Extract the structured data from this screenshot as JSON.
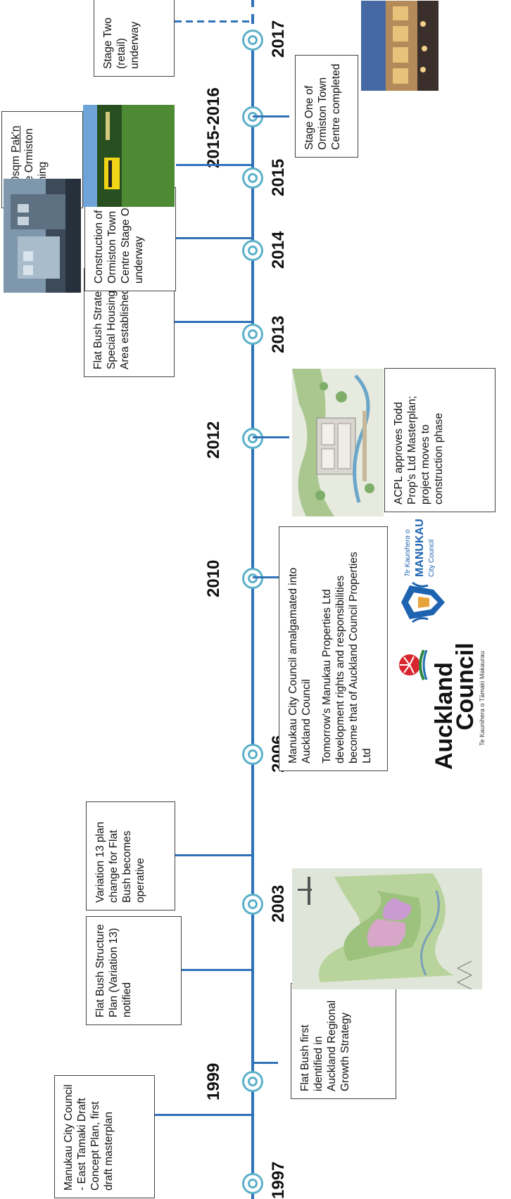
{
  "years": [
    "1997",
    "1999",
    "2003",
    "2006",
    "2010",
    "2012",
    "2013",
    "2014",
    "2015",
    "2015-2016",
    "2017"
  ],
  "events": {
    "e1997": "Manukau City Council - East Tamaki Draft Concept Plan, first draft masterplan",
    "e1999": "Flat Bush first identified in Auckland Regional Growth Strategy",
    "e2003": "Flat Bush Structure Plan (Variation 13) notified",
    "e2006": "Variation 13 plan change for Flat Bush becomes operative",
    "e2010_line1": "Manukau City Council amalgamated into Auckland Council",
    "e2010_line2": "Tomorrow's Manukau Properties Ltd development rights and responsibilities become that of Auckland Council Properties Ltd",
    "e2012": "ACPL approves Todd Prop's Ltd Masterplan; project moves to construction phase",
    "e2013": "Flat Bush Strategic Special Housing Area established",
    "e2014": "Construction of Ormiston Town Centre Stage One underway",
    "e2015_pre": "8000sqm ",
    "e2015_brand": "Pak'n",
    "e2015_post": " Save Ormiston opening",
    "e2015_2016": "Stage One of Ormiston Town Centre completed",
    "e2017": "Stage Two (retail) underway"
  },
  "logos": {
    "auckland_main": "Auckland",
    "auckland_sub": "Council",
    "auckland_tag": "Te Kaunihera o Tāmaki Makaurau",
    "manukau_small": "Te Kaunihera o",
    "manukau_main": "MANUKAU",
    "manukau_sub": "City Council"
  },
  "colors": {
    "axis": "#2f72b8",
    "node": "#5bb0c9",
    "box_border": "#444444"
  },
  "icons": [
    "pohutukawa-flower-icon",
    "manukau-crest-icon"
  ]
}
